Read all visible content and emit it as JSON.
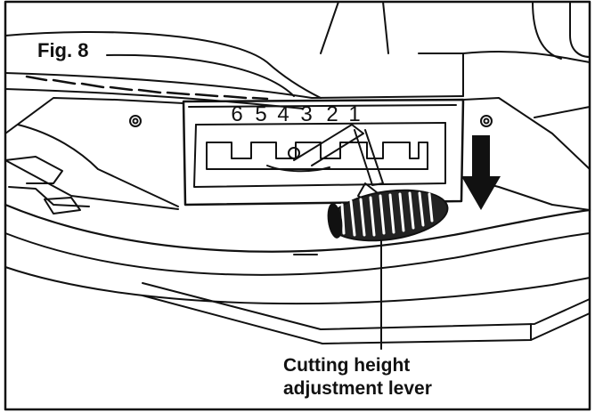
{
  "figure": {
    "label": "Fig. 8",
    "callout_line1": "Cutting height",
    "callout_line2": "adjustment lever",
    "height_scale": [
      "6",
      "5",
      "4",
      "3",
      "2",
      "1"
    ]
  },
  "icons": {
    "arrow": "arrow-down-icon",
    "lever": "lever-handle-icon",
    "bolt": "bolt-icon"
  }
}
